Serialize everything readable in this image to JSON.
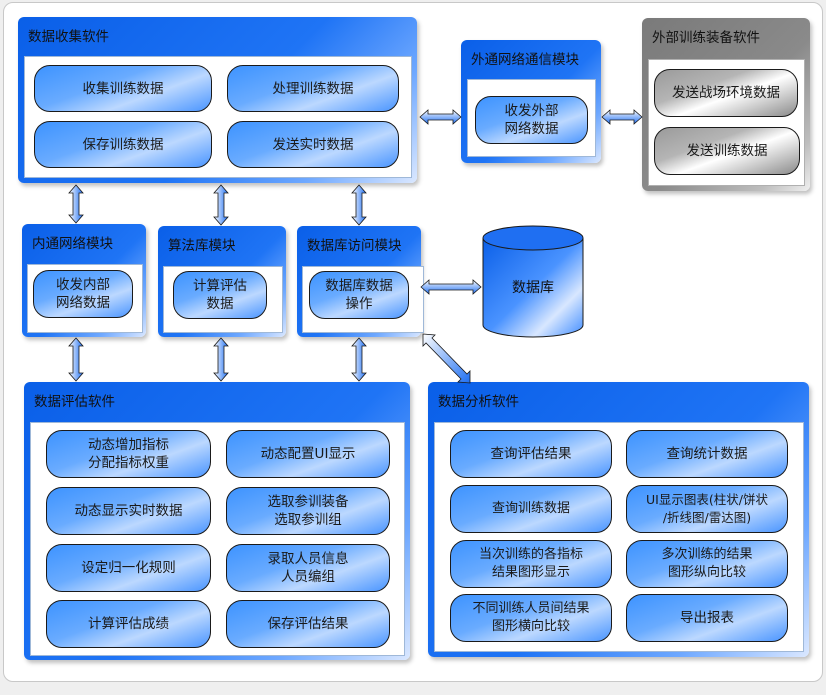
{
  "colors": {
    "panel_blue": "#1f74f5",
    "panel_gray": "#8a8a8a",
    "node_blue": "#69abff",
    "arrow_blue": "#2f7ef7"
  },
  "collect": {
    "title": "数据收集软件",
    "nodes": [
      "收集训练数据",
      "处理训练数据",
      "保存训练数据",
      "发送实时数据"
    ]
  },
  "ext_comm": {
    "title": "外通网络通信模块",
    "nodes": [
      "收发外部\n网络数据"
    ]
  },
  "ext_equip": {
    "title": "外部训练装备软件",
    "nodes": [
      "发送战场环境数据",
      "发送训练数据"
    ]
  },
  "inner_net": {
    "title": "内通网络模块",
    "nodes": [
      "收发内部\n网络数据"
    ]
  },
  "algo": {
    "title": "算法库模块",
    "nodes": [
      "计算评估\n数据"
    ]
  },
  "db_access": {
    "title": "数据库访问模块",
    "nodes": [
      "数据库数据\n操作"
    ]
  },
  "database": {
    "label": "数据库"
  },
  "evaluate": {
    "title": "数据评估软件",
    "nodes": [
      "动态增加指标\n分配指标权重",
      "动态配置UI显示",
      "动态显示实时数据",
      "选取参训装备\n选取参训组",
      "设定归一化规则",
      "录取人员信息\n人员编组",
      "计算评估成绩",
      "保存评估结果"
    ]
  },
  "analyze": {
    "title": "数据分析软件",
    "nodes": [
      "查询评估结果",
      "查询统计数据",
      "查询训练数据",
      "UI显示图表(柱状/饼状\n/折线图/雷达图)",
      "当次训练的各指标\n结果图形显示",
      "多次训练的结果\n图形纵向比较",
      "不同训练人员间结果\n图形横向比较",
      "导出报表"
    ]
  }
}
